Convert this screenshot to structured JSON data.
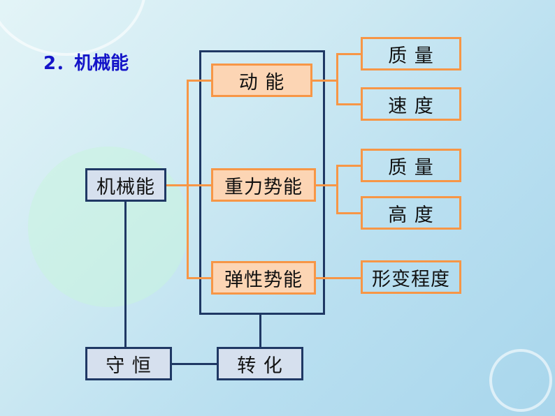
{
  "title": "2．机械能",
  "root": "机械能",
  "branches": [
    {
      "label": "动 能",
      "factors": [
        "质 量",
        "速 度"
      ]
    },
    {
      "label": "重力势能",
      "factors": [
        "质 量",
        "高 度"
      ]
    },
    {
      "label": "弹性势能",
      "factors": [
        "形变程度"
      ]
    }
  ],
  "bottom": {
    "conservation": "守 恒",
    "conversion": "转 化"
  },
  "colors": {
    "navy": "#1f3864",
    "orange": "#f79646",
    "orange_fill": "#fcd5b4",
    "title": "#1414c8"
  }
}
